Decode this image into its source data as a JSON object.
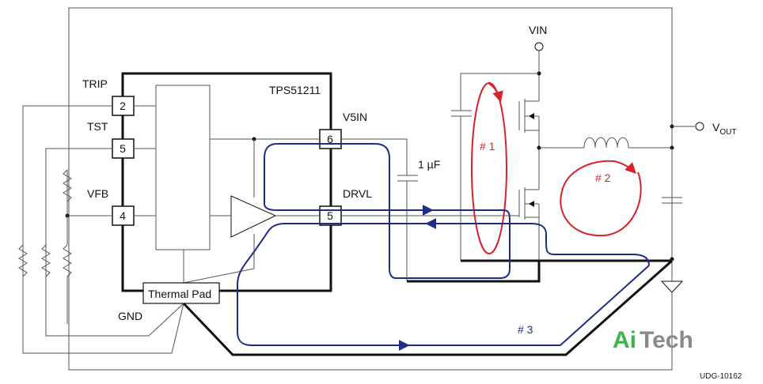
{
  "chip": {
    "name": "TPS51211"
  },
  "pins": {
    "trip": {
      "name": "TRIP",
      "number": "2"
    },
    "tst": {
      "name": "TST",
      "number": "5"
    },
    "vfb": {
      "name": "VFB",
      "number": "4"
    },
    "v5in": {
      "name": "V5IN",
      "number": "6"
    },
    "drvl": {
      "name": "DRVL",
      "number": "5"
    }
  },
  "labels": {
    "thermal_pad": "Thermal Pad",
    "gnd": "GND",
    "vin": "VIN",
    "vout_main": "V",
    "vout_sub": "OUT",
    "capacitor": "1 µF"
  },
  "loops": {
    "loop1": "# 1",
    "loop2": "# 2",
    "loop3": "# 3"
  },
  "colors": {
    "loop_red": "#d6222a",
    "loop_blue": "#1f2d86",
    "logo_green": "#3bb54a",
    "logo_gray": "#8a8a8a"
  },
  "watermark": {
    "part1": "Ai",
    "part2": "Tech"
  },
  "figure_id": "UDG-10162"
}
